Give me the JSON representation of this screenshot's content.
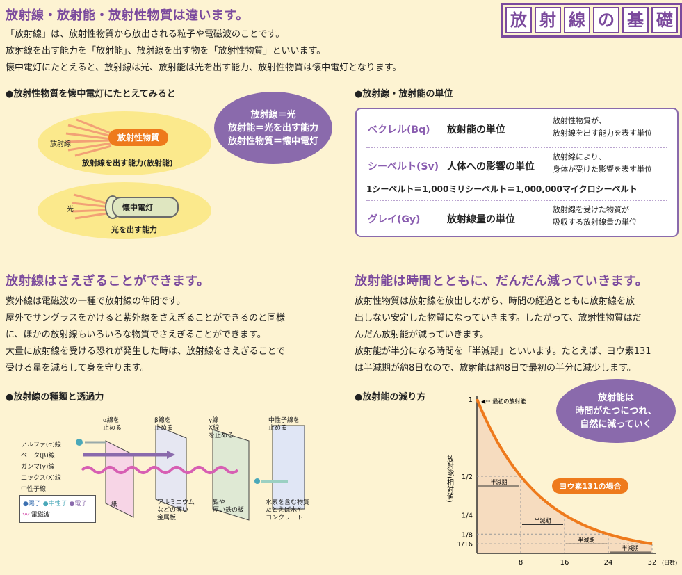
{
  "header": {
    "title": "放射線・放射能・放射性物質は違います。",
    "badge_chars": [
      "放",
      "射",
      "線",
      "の",
      "基",
      "礎"
    ]
  },
  "intro": [
    "「放射線」は、放射性物質から放出される粒子や電磁波のことです。",
    "放射線を出す能力を「放射能」、放射線を出す物を「放射性物質」といいます。",
    "懐中電灯にたとえると、放射線は光、放射能は光を出す能力、放射性物質は懐中電灯となります。"
  ],
  "analogy": {
    "heading": "●放射性物質を懐中電灯にたとえてみると",
    "top_left_label": "放射線",
    "top_pill": "放射性物質",
    "top_caption": "放射線を出す能力(放射能)",
    "bottom_left_label": "光",
    "flashlight_label": "懐中電灯",
    "bottom_caption": "光を出す能力",
    "bubble": [
      "放射線＝光",
      "放射能＝光を出す能力",
      "放射性物質＝懐中電灯"
    ]
  },
  "units": {
    "heading": "●放射線・放射能の単位",
    "rows": [
      {
        "name": "ベクレル(Bq)",
        "title": "放射能の単位",
        "desc": [
          "放射性物質が、",
          "放射線を出す能力を表す単位"
        ]
      },
      {
        "name": "シーベルト(Sv)",
        "title": "人体への影響の単位",
        "desc": [
          "放射線により、",
          "身体が受けた影響を表す単位"
        ]
      },
      {
        "name": "グレイ(Gy)",
        "title": "放射線量の単位",
        "desc": [
          "放射線を受けた物質が",
          "吸収する放射線量の単位"
        ]
      }
    ],
    "conversion": "1シーベルト＝1,000ミリシーベルト＝1,000,000マイクロシーベルト"
  },
  "shield": {
    "title": "放射線はさえぎることができます。",
    "body": [
      "紫外線は電磁波の一種で放射線の仲間です。",
      "屋外でサングラスをかけると紫外線をさえぎることができるのと同様",
      "に、ほかの放射線もいろいろな物質でさえぎることができます。",
      "大量に放射線を受ける恐れが発生した時は、放射線をさえぎることで",
      "受ける量を減らして身を守ります。"
    ],
    "types_heading": "●放射線の種類と透過力",
    "ray_labels": [
      "アルファ(α)線",
      "ベータ(β)線",
      "ガンマ(γ)線",
      "エックス(X)線",
      "中性子線"
    ],
    "stop_labels": [
      [
        "α線を",
        "止める"
      ],
      [
        "β線を",
        "止める"
      ],
      [
        "γ線",
        "X線",
        "を止める"
      ],
      [
        "中性子線を",
        "止める"
      ]
    ],
    "materials": [
      "紙",
      [
        "アルミニウム",
        "などの薄い",
        "金属板"
      ],
      [
        "鉛や",
        "厚い鉄の板"
      ],
      [
        "水素を含む物質",
        "たとえば水や",
        "コンクリート"
      ]
    ],
    "legend": [
      "●陽子",
      "●中性子",
      "●電子",
      "電磁波"
    ]
  },
  "decay": {
    "title": "放射能は時間とともに、だんだん減っていきます。",
    "body": [
      "放射性物質は放射線を放出しながら、時間の経過とともに放射線を放",
      "出しない安定した物質になっていきます。したがって、放射性物質はだ",
      "んだん放射能が減っていきます。",
      "放射能が半分になる時間を「半減期」といいます。たとえば、ヨウ素131",
      "は半減期が約8日なので、放射能は約8日で最初の半分に減少します。"
    ],
    "chart_heading": "●放射能の減り方",
    "bubble": [
      "放射能は",
      "時間がたつにつれ、",
      "自然に減っていく"
    ]
  },
  "chart_data": {
    "type": "line",
    "x": [
      0,
      8,
      16,
      24,
      32
    ],
    "y": [
      1,
      0.5,
      0.25,
      0.125,
      0.0625
    ],
    "xticks": [
      "8",
      "16",
      "24",
      "32"
    ],
    "x_unit": "(日数)",
    "yticks": [
      "1",
      "1/2",
      "1/4",
      "1/8",
      "1/16"
    ],
    "ylabel": "放射能(相対値)",
    "annotation_start": "最初の放射能",
    "series_label": "ヨウ素131の場合",
    "half_life_label": "半減期",
    "xlim": [
      0,
      32
    ],
    "ylim": [
      0,
      1
    ],
    "color": "#ee7a1c"
  }
}
